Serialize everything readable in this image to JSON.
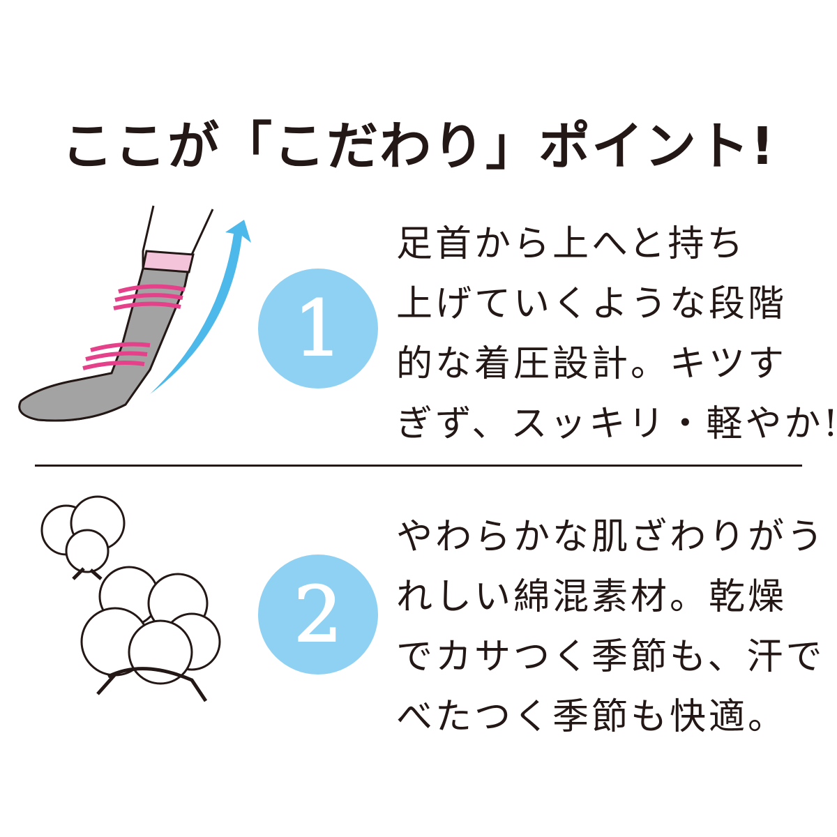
{
  "title": "ここが「こだわり」ポイント!",
  "points": [
    {
      "number": "1",
      "illustration": "compression-sock-icon",
      "lines": [
        "足首から上へと持ち",
        "上げていくような段階",
        "的な着圧設計。キツす",
        "ぎず、スッキリ・軽やか!"
      ]
    },
    {
      "number": "2",
      "illustration": "cotton-icon",
      "lines": [
        "やわらかな肌ざわりがう",
        "れしい綿混素材。乾燥",
        "でカサつく季節も、汗で",
        "べたつく季節も快適。"
      ]
    }
  ],
  "colors": {
    "circle": "#8fd1f2",
    "sock": "#a3a3a3",
    "band": "#f4c4da",
    "rings": "#e4418a",
    "arrow": "#4db8ea",
    "text": "#231815"
  }
}
